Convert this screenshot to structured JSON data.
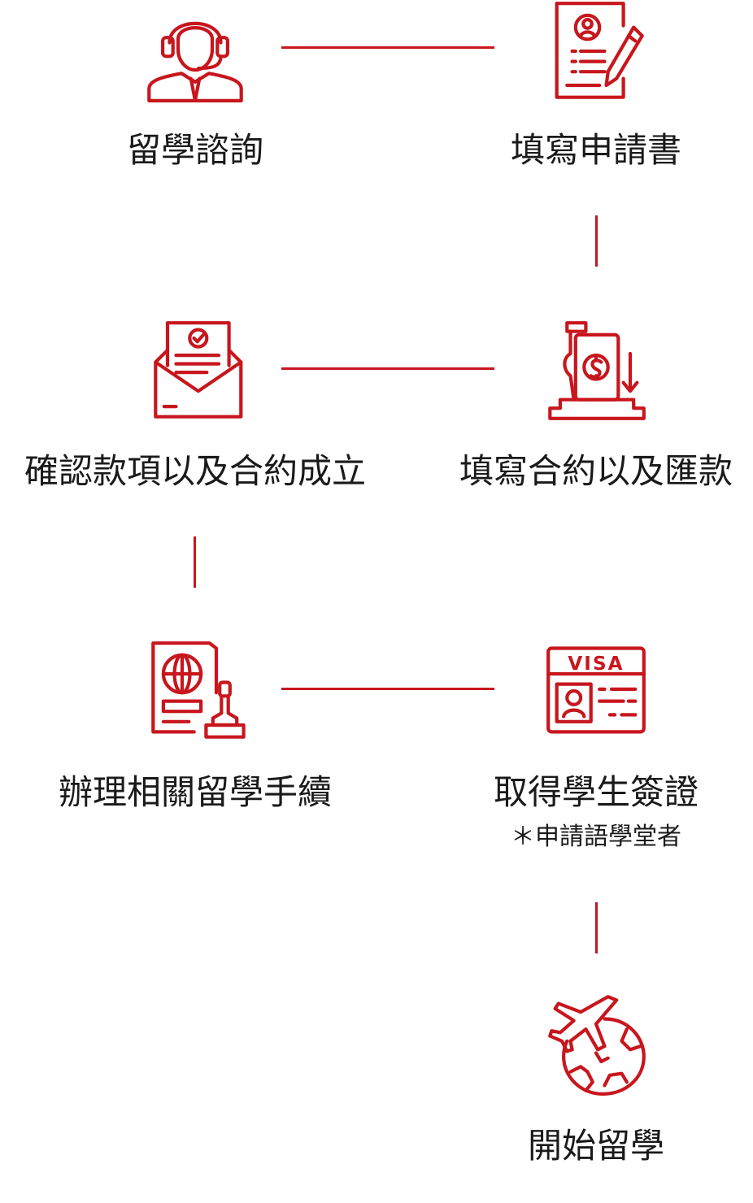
{
  "accent_color": "#c8161d",
  "steps": [
    {
      "label": "留學諮詢",
      "icon": "headset-agent-icon"
    },
    {
      "label": "填寫申請書",
      "icon": "application-form-icon"
    },
    {
      "label": "確認款項以及合約成立",
      "icon": "confirmation-envelope-icon"
    },
    {
      "label": "填寫合約以及匯款",
      "icon": "money-transfer-icon"
    },
    {
      "label": "辦理相關留學手續",
      "icon": "passport-stamp-icon"
    },
    {
      "label": "取得學生簽證",
      "sublabel": "＊申請語學堂者",
      "icon": "visa-card-icon"
    },
    {
      "label": "開始留學",
      "icon": "globe-airplane-icon"
    }
  ],
  "visa_card_text": "VISA"
}
